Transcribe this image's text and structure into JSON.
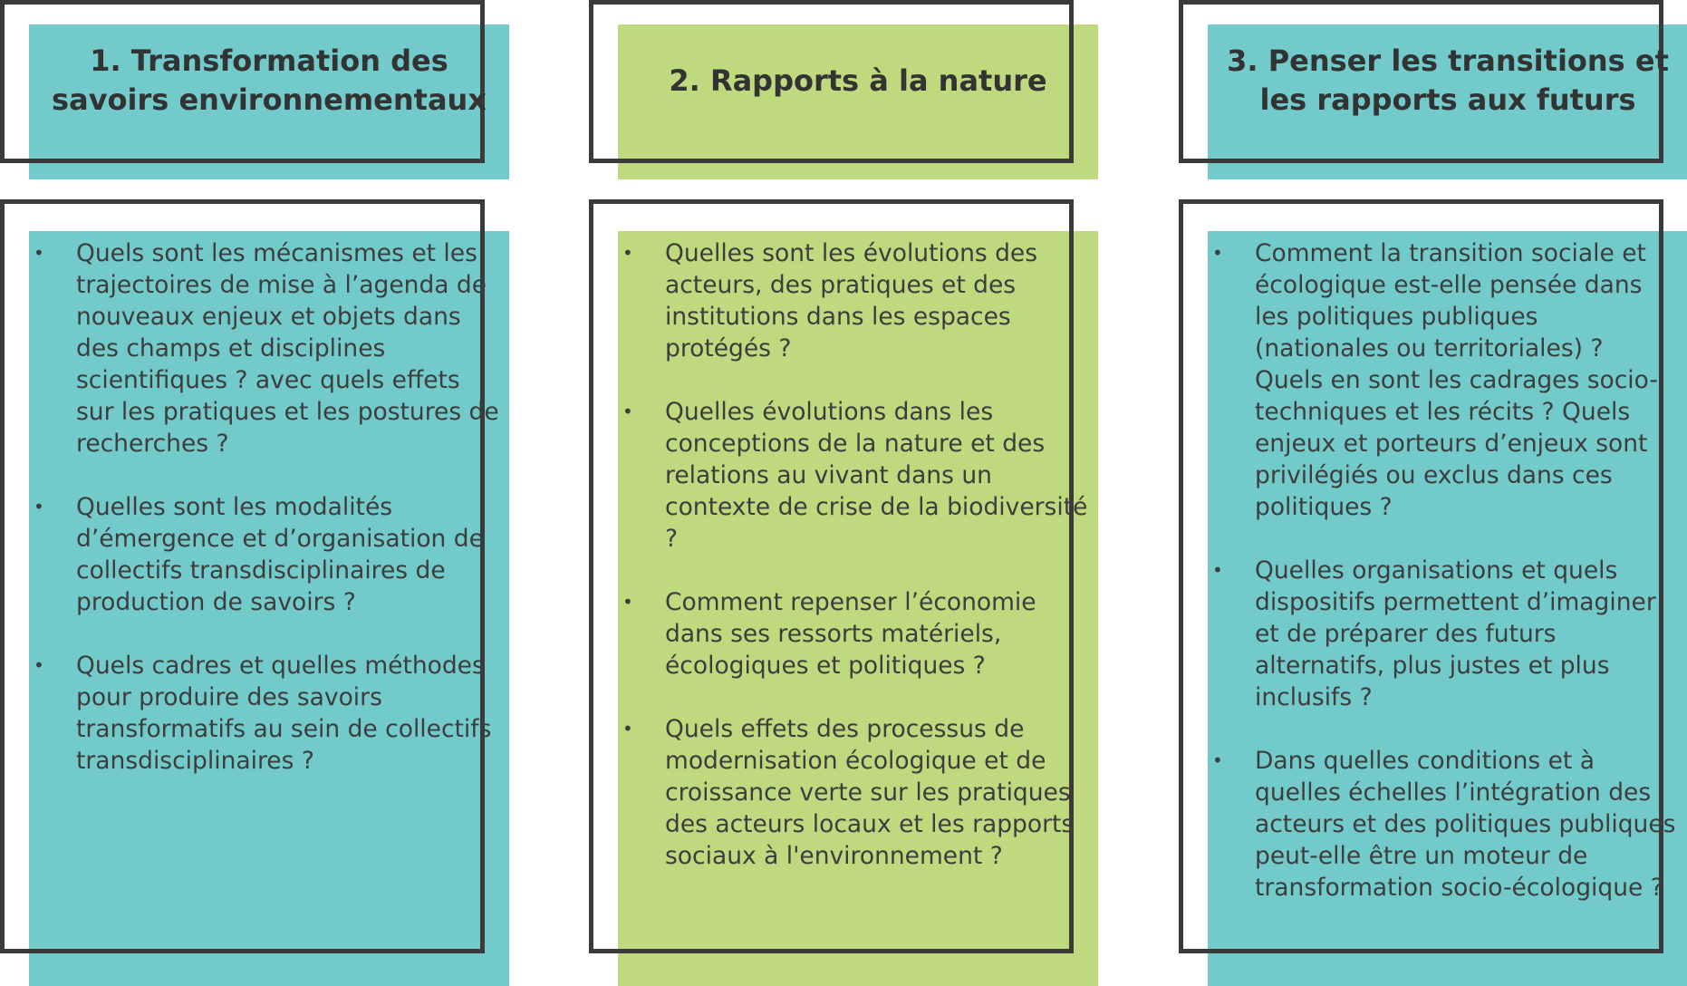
{
  "colors": {
    "teal": "#72cbca",
    "green": "#bfd97f",
    "frame": "#3a3a3a",
    "text": "#3d3d3d"
  },
  "bullet_glyph": "•",
  "columns": [
    {
      "title_lines": [
        "1. Transformation des",
        "savoirs environnementaux"
      ],
      "color": "teal",
      "questions": [
        "Quels sont les mécanismes et les trajectoires de mise à l’agenda de nouveaux enjeux et objets dans des champs et disciplines scientifiques ? avec quels effets sur les pratiques et les postures de recherches ?",
        "Quelles sont les modalités d’émergence et d’organisation de collectifs transdisciplinaires de production de savoirs ?",
        "Quels cadres et quelles méthodes pour produire des savoirs transformatifs au sein de collectifs transdisciplinaires ?"
      ]
    },
    {
      "title_lines": [
        "2. Rapports à la nature"
      ],
      "color": "green",
      "questions": [
        "Quelles sont les évolutions des acteurs, des pratiques et des institutions dans les espaces protégés ?",
        "Quelles évolutions dans les conceptions de la nature et des relations au vivant dans un contexte de crise de la biodiversité ?",
        "Comment repenser l’économie dans ses ressorts matériels, écologiques et politiques ?",
        "Quels effets des processus de modernisation écologique et de croissance verte sur les pratiques des acteurs locaux et les rapports sociaux à l'environnement ?"
      ]
    },
    {
      "title_lines": [
        "3. Penser les transitions et",
        "les rapports aux futurs"
      ],
      "color": "teal",
      "questions": [
        "Comment la transition sociale et écologique est-elle pensée dans les politiques publiques (nationales ou territoriales) ? Quels en sont les cadrages socio-techniques et les récits ? Quels enjeux et porteurs d’enjeux sont privilégiés ou exclus dans ces politiques ?",
        "Quelles organisations et quels dispositifs permettent d’imaginer et de préparer des futurs alternatifs, plus justes et plus inclusifs ?",
        "Dans quelles conditions et à quelles échelles l’intégration des acteurs et des politiques publiques peut-elle être un moteur de transformation socio-écologique ?"
      ]
    }
  ]
}
